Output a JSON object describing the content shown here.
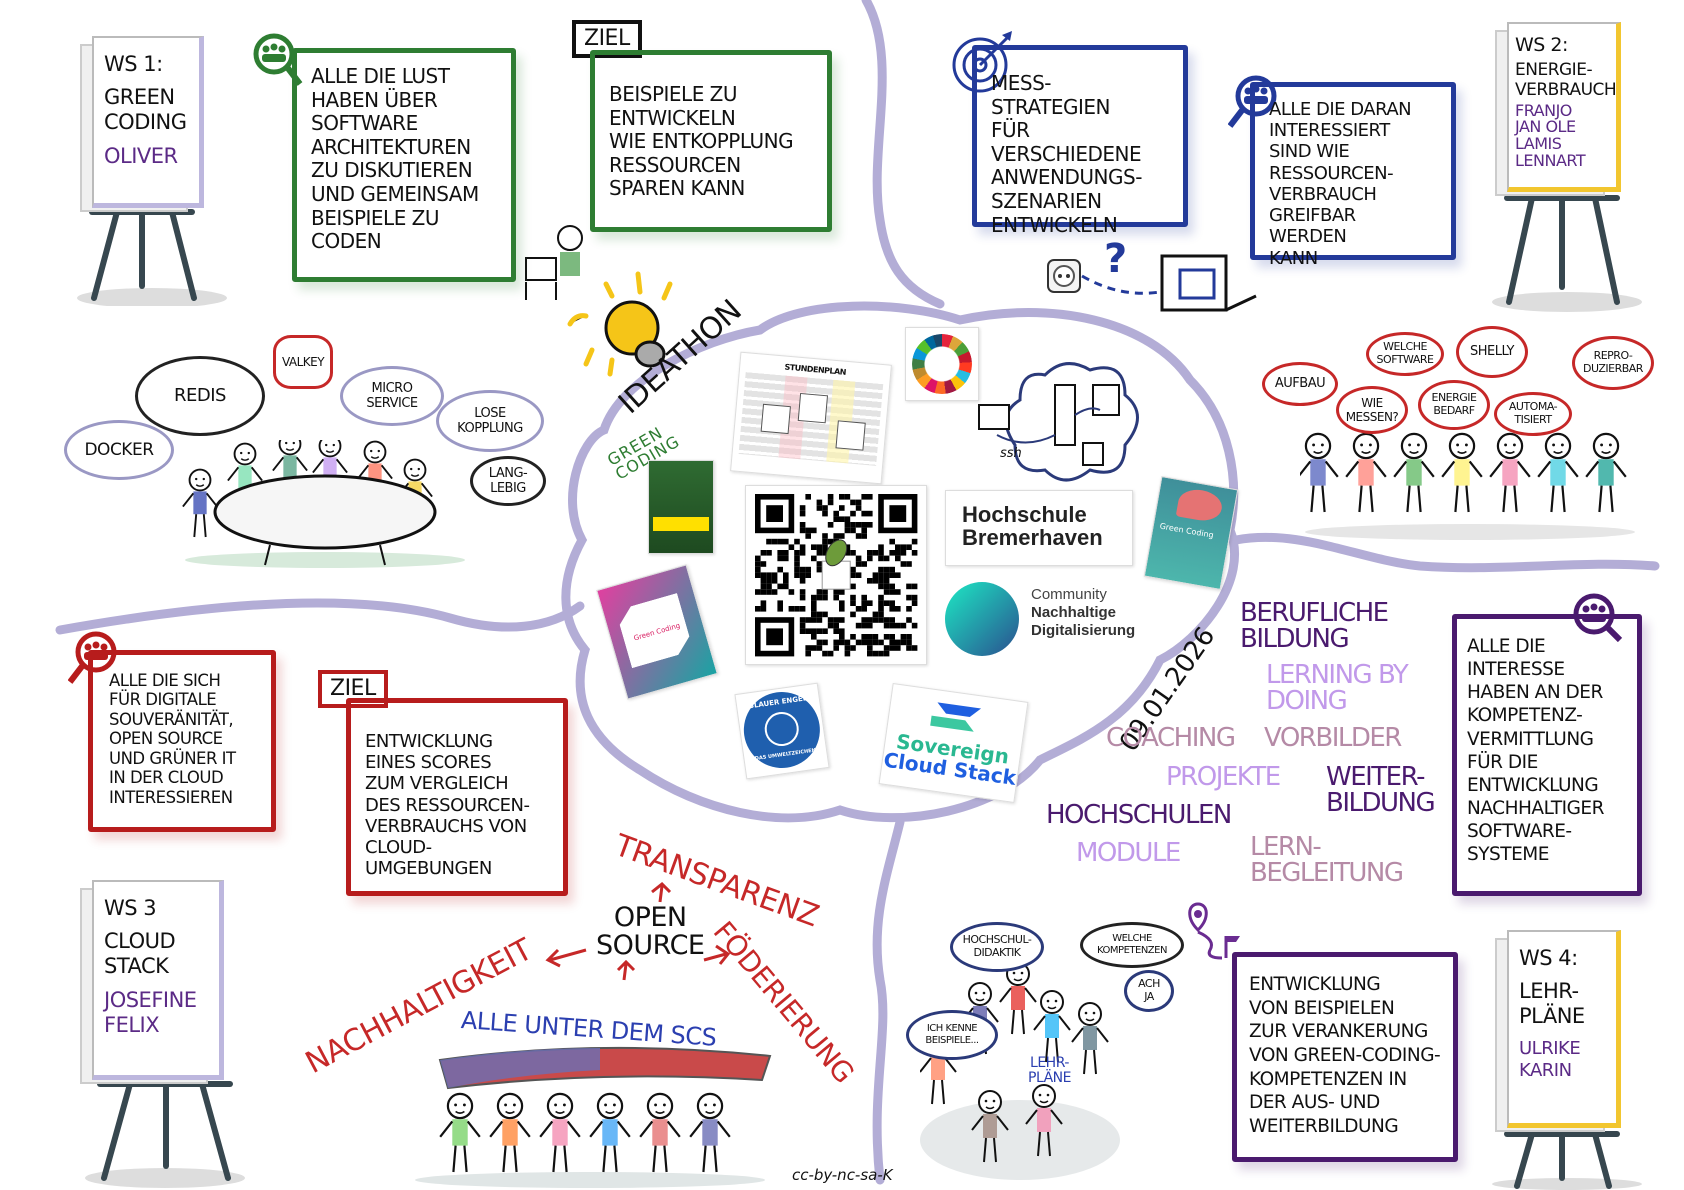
{
  "workshops": [
    {
      "label": "WS 1:",
      "title": "GREEN\nCODING",
      "people": "OLIVER"
    },
    {
      "label": "WS 2:",
      "title": "ENERGIE-\nVERBRAUCH",
      "people": "FRANJO\nJAN OLE\nLAMIS\nLENNART"
    },
    {
      "label": "WS 3",
      "title": "CLOUD\nSTACK",
      "people": "JOSEFINE\nFELIX"
    },
    {
      "label": "WS 4:",
      "title": "LEHR-\nPLÄNE",
      "people": "ULRIKE\nKARIN"
    }
  ],
  "ws1": {
    "audience": "ALLE DIE LUST\nHABEN ÜBER\nSOFTWARE\nARCHITEKTUREN\nZU DISKUTIEREN\nUND GEMEINSAM\nBEISPIELE ZU\nCODEN",
    "goal_flag": "ZIEL",
    "goal": "BEISPIELE ZU\nENTWICKELN\nWIE ENTKOPPLUNG\nRESSOURCEN\nSPAREN KANN",
    "bubbles": [
      "DOCKER",
      "REDIS",
      "VALKEY",
      "MICRO\nSERVICE",
      "LOSE\nKOPPLUNG",
      "LANG-\nLEBIG"
    ]
  },
  "ws2": {
    "goal": "MESS-\nSTRATEGIEN\nFÜR VERSCHIEDENE\nANWENDUNGS-\nSZENARIEN\nENTWICKELN",
    "audience": "ALLE DIE DARAN\nINTERESSIERT\nSIND WIE\nRESSOURCEN-\nVERBRAUCH\nGREIFBAR WERDEN\nKANN",
    "question_mark": "?",
    "bubbles": [
      "AUFBAU",
      "WIE\nMESSEN?",
      "WELCHE\nSOFTWARE",
      "ENERGIE\nBEDARF",
      "SHELLY",
      "AUTOMA-\nTISIERT",
      "REPRO-\nDUZIERBAR"
    ]
  },
  "ws3": {
    "audience": "ALLE DIE SICH\nFÜR DIGITALE\nSOUVERÄNITÄT,\nOPEN SOURCE\nUND GRÜNER IT\nIN DER CLOUD\nINTERESSIEREN",
    "goal_flag": "ZIEL",
    "goal": "ENTWICKLUNG\nEINES SCORES\nZUM VERGLEICH\nDES RESSOURCEN-\nVERBRAUCHS VON\nCLOUD-UMGEBUNGEN",
    "center": "OPEN\nSOURCE",
    "transparency": "TRANSPARENZ",
    "sustainability": "NACHHALTIGKEIT",
    "federation": "FÖDERIERUNG",
    "motto": "ALLE UNTER DEM SCS"
  },
  "ws4": {
    "audience": "ALLE DIE\nINTERESSE\nHABEN AN DER\nKOMPETENZ-\nVERMITTLUNG\nFÜR DIE\nENTWICKLUNG\nNACHHALTIGER\nSOFTWARE-\nSYSTEME",
    "goal": "ENTWICKLUNG\nVON BEISPIELEN\nZUR VERANKERUNG\nVON GREEN-CODING-\nKOMPETENZEN IN\nDER AUS- UND\nWEITERBILDUNG",
    "word_cloud": [
      "BERUFLICHE\nBILDUNG",
      "LERNING BY\nDOING",
      "COACHING",
      "VORBILDER",
      "PROJEKTE",
      "HOCHSCHULEN",
      "MODULE",
      "WEITER-\nBILDUNG",
      "LERN-\nBEGLEITUNG"
    ],
    "bubbles": [
      "HOCHSCHUL-\nDIDAKTIK",
      "WELCHE\nKOMPETENZEN",
      "ACH\nJA",
      "ICH KENNE\nBEISPIELE..."
    ],
    "note": "LEHR-\nPLÄNE"
  },
  "center": {
    "ideathon": "IDEATHON",
    "green_coding_logo": "GREEN\nCODING",
    "timetable_title": "STUNDENPLAN",
    "ssh_label": "ssh",
    "university": "Hochschule\nBremerhaven",
    "community_line1": "Community",
    "community_line2": "Nachhaltige",
    "community_line3": "Digitalisierung",
    "teal_book_title": "Green Coding",
    "pink_book_title": "Green Coding",
    "blauer_engel_top": "BLAUER ENGEL",
    "blauer_engel_bottom": "DAS UMWELTZEICHEN",
    "scs_line1": "Sovereign",
    "scs_line2": "Cloud Stack",
    "date": "09.01.2026"
  },
  "license": "cc-by-nc-sa-K",
  "colors": {
    "green": "#2e7d32",
    "blue": "#233a9a",
    "red": "#b71c1c",
    "purple": "#4a1a6e",
    "lavender": "#b3add6",
    "mauve": "#b58aa6",
    "light_purple": "#b78ee0",
    "yellow": "#f5c518"
  },
  "icons": [
    "search-people-icon",
    "target-icon",
    "power-socket-icon",
    "laptop-icon",
    "lightbulb-icon",
    "location-route-icon",
    "sdg-wheel-icon",
    "qr-code"
  ]
}
